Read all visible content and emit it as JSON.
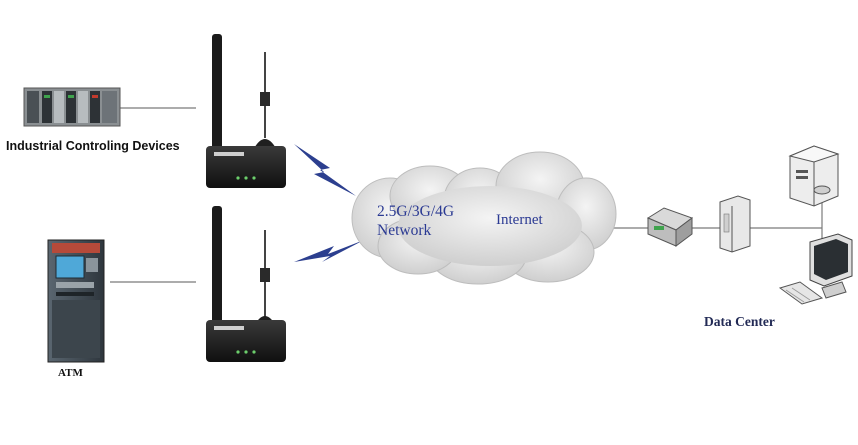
{
  "labels": {
    "industrial": "Industrial Controling Devices",
    "atm": "ATM",
    "network_line1": "2.5G/3G/4G",
    "network_line2": "Network",
    "internet": "Internet",
    "data_center": "Data Center"
  },
  "colors": {
    "cloud": "#dcdcdc",
    "network_text": "#2b3a93",
    "lightning": "#2c3f8f",
    "router_body": "#1c1c1c",
    "line": "#7a7a7a"
  },
  "icons": [
    "plc-rack-icon",
    "atm-machine-icon",
    "router-icon",
    "antenna-icon",
    "lightning-icon",
    "cloud-icon",
    "switch-icon",
    "firewall-icon",
    "server-icon",
    "monitor-icon",
    "keyboard-icon"
  ]
}
